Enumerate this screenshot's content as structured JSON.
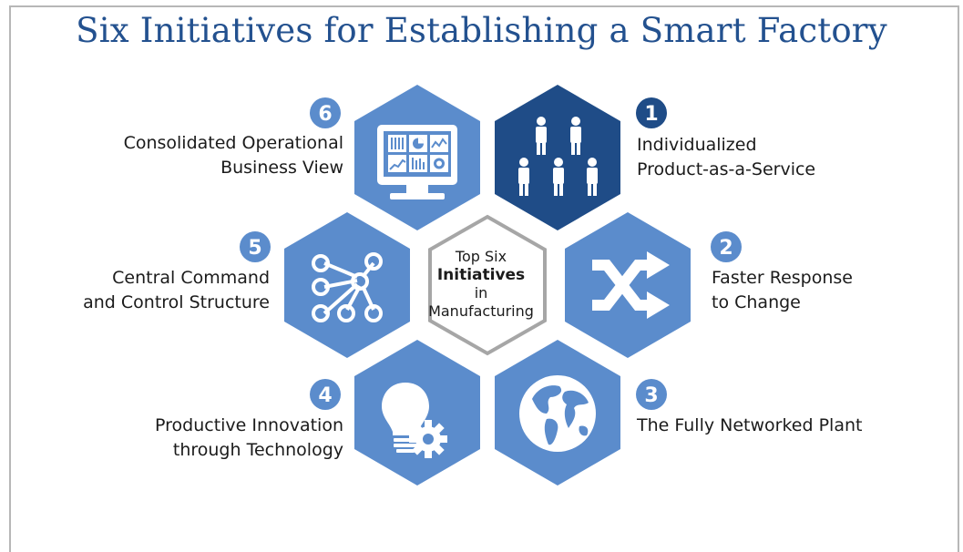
{
  "title": "Six Initiatives for Establishing a Smart Factory",
  "center": {
    "line1": "Top Six",
    "line2": "Initiatives",
    "line3": "in",
    "line4": "Manufacturing"
  },
  "initiatives": [
    {
      "number": "1",
      "line1": "Individualized",
      "line2": "Product-as-a-Service",
      "icon": "people-icon"
    },
    {
      "number": "2",
      "line1": "Faster Response",
      "line2": "to Change",
      "icon": "shuffle-arrows-icon"
    },
    {
      "number": "3",
      "line1": "The Fully Networked Plant",
      "line2": "",
      "icon": "globe-icon"
    },
    {
      "number": "4",
      "line1": "Productive Innovation",
      "line2": "through Technology",
      "icon": "lightbulb-gear-icon"
    },
    {
      "number": "5",
      "line1": "Central Command",
      "line2": "and Control Structure",
      "icon": "network-nodes-icon"
    },
    {
      "number": "6",
      "line1": "Consolidated Operational",
      "line2": "Business View",
      "icon": "dashboard-monitor-icon"
    }
  ],
  "colors": {
    "title": "#23518f",
    "hex_light": "#5b8ccc",
    "hex_dark": "#1f4c87",
    "badge_light": "#5b8ccc",
    "badge_dark": "#1f4c87",
    "center_border": "#a6a6a6",
    "text": "#1b1b1b"
  }
}
